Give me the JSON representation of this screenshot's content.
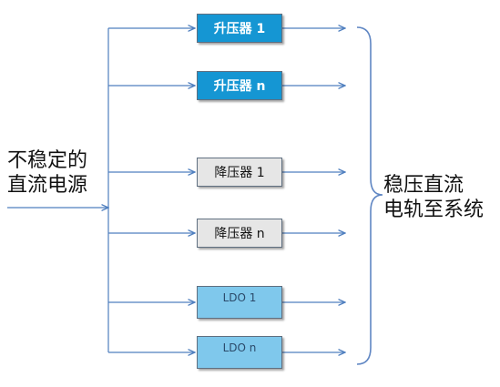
{
  "source_label": [
    "不稳定的",
    "直流电源"
  ],
  "target_label": [
    "稳压直流",
    "电轨至系统"
  ],
  "converters": [
    {
      "label": "升压器 1",
      "type": "boost"
    },
    {
      "label": "升压器 n",
      "type": "boost"
    },
    {
      "label": "降压器 1",
      "type": "buck"
    },
    {
      "label": "降压器 n",
      "type": "buck"
    },
    {
      "label": "LDO 1",
      "type": "ldo"
    },
    {
      "label": "LDO n",
      "type": "ldo"
    }
  ],
  "colors": {
    "boost_fill": "#1596d3",
    "boost_text": "#ffffff",
    "buck_fill": "#e6e6e6",
    "buck_text": "#111111",
    "ldo_fill": "#7fc8ec",
    "ldo_text": "#2b4a6a",
    "line": "#4f7fbf",
    "brace": "#5f86c3"
  }
}
